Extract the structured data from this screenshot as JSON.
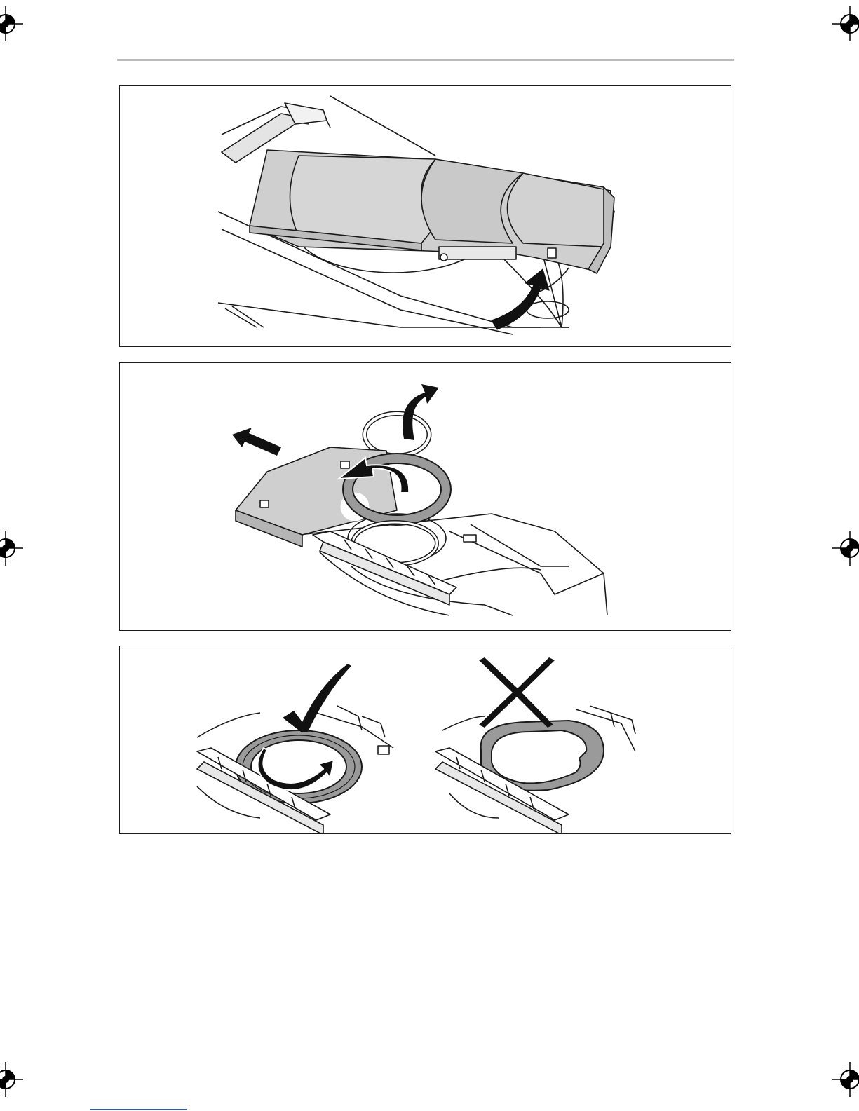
{
  "document": {
    "panels": [
      {
        "illustration": "extending-tray-with-push-arrow"
      },
      {
        "illustration": "removing-filter-ring-with-rotate-arrows"
      },
      {
        "illustration": "correct-vs-incorrect-ring-placement"
      }
    ]
  },
  "icons": {
    "registration_mark": "crosshair-registration-icon",
    "correct": "check-mark-icon",
    "incorrect": "cross-mark-icon"
  },
  "colors": {
    "line": "#1a1a1a",
    "tray_gray": "#cfcfcf",
    "ring_gray": "#9a9a9a",
    "arrow": "#111111",
    "rule": "#b9b9b9"
  }
}
